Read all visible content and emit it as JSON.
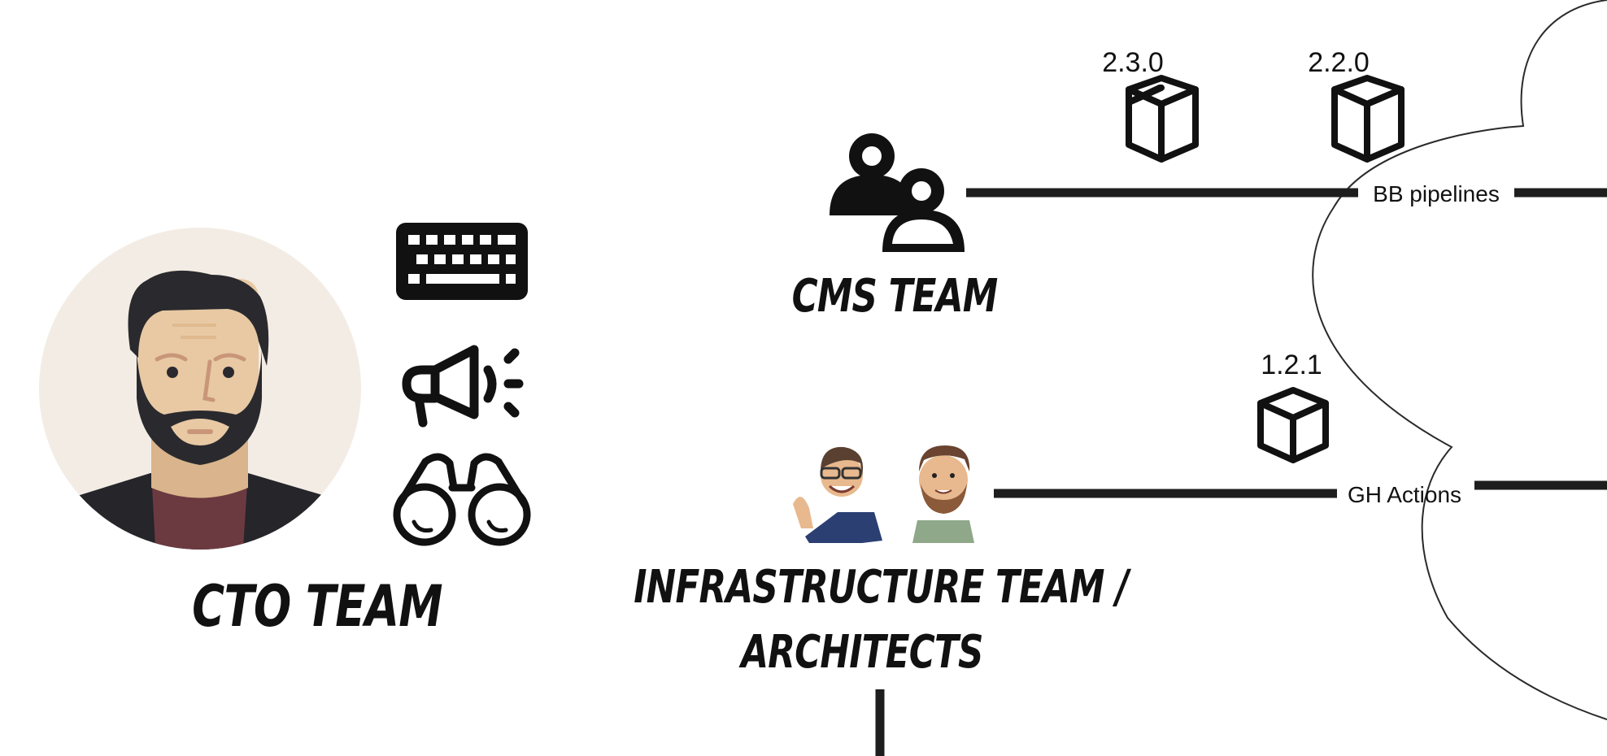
{
  "teams": {
    "cto": {
      "title": "CTO TEAM"
    },
    "cms": {
      "title": "CMS TEAM"
    },
    "infra": {
      "title_line1": "INFRASTRUCTURE TEAM /",
      "title_line2": "ARCHITECTS"
    }
  },
  "pipelines": {
    "top": {
      "label": "BB pipelines",
      "versions": [
        "2.3.0",
        "2.2.0"
      ]
    },
    "bottom": {
      "label": "GH Actions",
      "versions": [
        "1.2.1"
      ]
    }
  },
  "icons": {
    "cto_avatar": "bearded-man-avatar",
    "keyboard": "keyboard-icon",
    "megaphone": "megaphone-icon",
    "binoculars": "binoculars-icon",
    "group": "people-group-icon",
    "package": "package-cube-icon",
    "cloud": "cloud-shape"
  },
  "colors": {
    "line": "#1e1e1e",
    "avatar_bg": "#f3ece4",
    "skin": "#e8c9a4",
    "hair": "#2a2a2e",
    "shirt": "#6b3a40"
  }
}
